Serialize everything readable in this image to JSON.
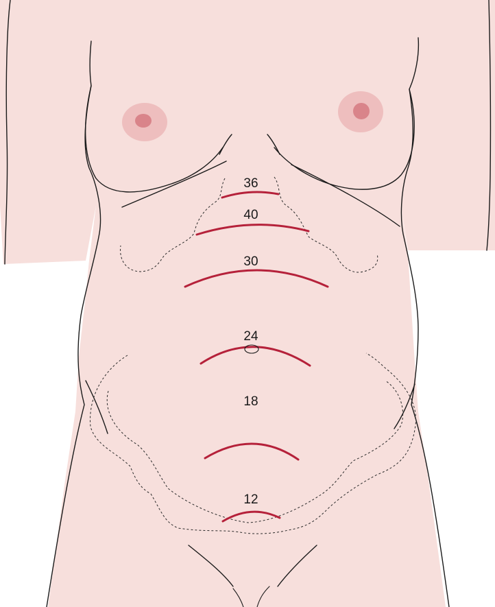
{
  "diagram": {
    "fundal_height_labels": {
      "w36": "36",
      "w40": "40",
      "w30": "30",
      "w24": "24",
      "w18": "18",
      "w12": "12"
    },
    "colors": {
      "skin": "#f7dfdc",
      "outline": "#1a1a1a",
      "fundal_arc": "#b5213a",
      "areola": "#ecb9b8",
      "nipple": "#d9848a"
    }
  }
}
